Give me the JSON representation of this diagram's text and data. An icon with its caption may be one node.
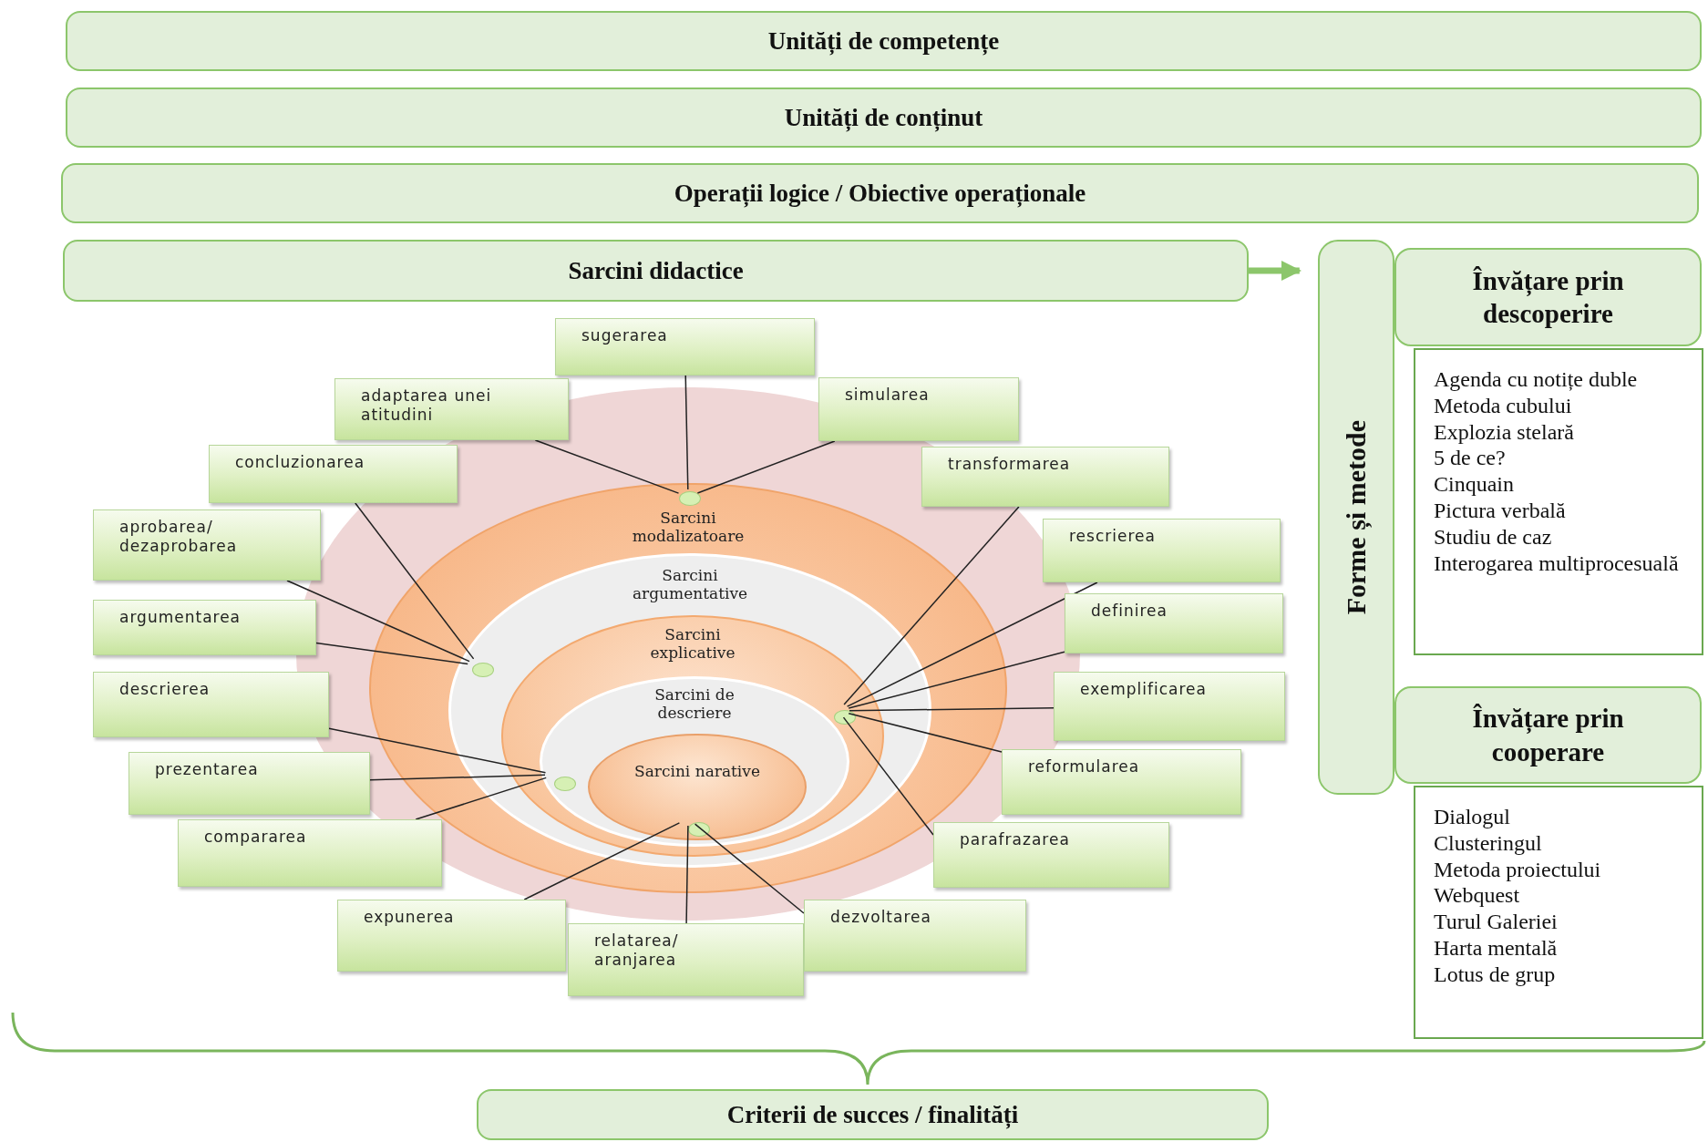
{
  "diagram": {
    "nodes": [
      {
        "text": [
          "Unități de competențe"
        ]
      },
      {
        "text": [
          "Unități de conținut"
        ]
      },
      {
        "text": [
          "Operații logice / Obiective operaționale"
        ]
      },
      {
        "text": [
          "Sarcini didactice"
        ]
      },
      {
        "text": [
          "Forme și metode"
        ]
      },
      {
        "text": [
          "Învățare prin descoperire"
        ]
      },
      {
        "text": [
          "Agenda cu notițe duble",
          "Metoda cubului",
          "Explozia stelară",
          "5 de ce?",
          "Cinquain",
          "Pictura verbală",
          "Studiu de caz",
          "Interogarea multiprocesuală"
        ]
      },
      {
        "text": [
          "Învățare prin cooperare"
        ]
      },
      {
        "text": [
          "Dialogul",
          "Clusteringul",
          "Metoda proiectului",
          "Webquest",
          "Turul Galeriei",
          "Harta mentală",
          "Lotus de grup"
        ]
      },
      {
        "text": [
          "Criterii de succes / finalități"
        ]
      },
      {
        "text": [],
        "shape": "ellipse"
      },
      {
        "text": [
          "Sarcini modalizatoare"
        ],
        "in": 10
      },
      {
        "text": [
          "Sarcini argumentative"
        ],
        "in": 11
      },
      {
        "text": [
          "Sarcini explicative"
        ],
        "in": 12
      },
      {
        "text": [
          "Sarcini de descriere"
        ],
        "in": 13
      },
      {
        "text": [
          "Sarcini narative"
        ],
        "in": 14
      },
      {
        "text": [],
        "shape": "ellipse",
        "in": 11
      },
      {
        "text": [],
        "shape": "ellipse",
        "in": 12
      },
      {
        "text": [],
        "shape": "ellipse",
        "in": 13
      },
      {
        "text": [],
        "shape": "ellipse",
        "in": 14
      },
      {
        "text": [],
        "shape": "ellipse",
        "in": 15
      },
      {
        "text": [
          "sugerarea"
        ]
      },
      {
        "text": [
          "adaptarea unei atitudini"
        ]
      },
      {
        "text": [
          "simularea"
        ]
      },
      {
        "text": [
          "concluzionarea"
        ]
      },
      {
        "text": [
          "transformarea"
        ]
      },
      {
        "text": [
          "aprobarea/ dezaprobarea"
        ]
      },
      {
        "text": [
          "rescrierea"
        ]
      },
      {
        "text": [
          "argumentarea"
        ]
      },
      {
        "text": [
          "definirea"
        ]
      },
      {
        "text": [
          "descrierea"
        ]
      },
      {
        "text": [
          "exemplificarea"
        ]
      },
      {
        "text": [
          "prezentarea"
        ]
      },
      {
        "text": [
          "reformularea"
        ]
      },
      {
        "text": [
          "compararea"
        ]
      },
      {
        "text": [
          "parafrazarea"
        ]
      },
      {
        "text": [
          "expunerea"
        ]
      },
      {
        "text": [
          "relatarea/ aranjarea"
        ]
      },
      {
        "text": [
          "dezvoltarea"
        ]
      }
    ],
    "edges": [
      {
        "from": 3,
        "to": 4,
        "arrow": "to",
        "style": "thick",
        "color": "#8cc66b"
      },
      {
        "from": 21,
        "to": 16,
        "arrow": "none"
      },
      {
        "from": 22,
        "to": 16,
        "arrow": "none"
      },
      {
        "from": 23,
        "to": 16,
        "arrow": "none"
      },
      {
        "from": 24,
        "to": 17,
        "arrow": "none"
      },
      {
        "from": 26,
        "to": 17,
        "arrow": "none"
      },
      {
        "from": 28,
        "to": 17,
        "arrow": "none"
      },
      {
        "from": 25,
        "to": 18,
        "arrow": "none"
      },
      {
        "from": 27,
        "to": 18,
        "arrow": "none"
      },
      {
        "from": 29,
        "to": 18,
        "arrow": "none"
      },
      {
        "from": 31,
        "to": 18,
        "arrow": "none"
      },
      {
        "from": 33,
        "to": 18,
        "arrow": "none"
      },
      {
        "from": 35,
        "to": 18,
        "arrow": "none"
      },
      {
        "from": 30,
        "to": 19,
        "arrow": "none"
      },
      {
        "from": 32,
        "to": 19,
        "arrow": "none"
      },
      {
        "from": 34,
        "to": 19,
        "arrow": "none"
      },
      {
        "from": 36,
        "to": 20,
        "arrow": "none"
      },
      {
        "from": 37,
        "to": 20,
        "arrow": "none"
      },
      {
        "from": 38,
        "to": 20,
        "arrow": "none"
      }
    ]
  }
}
